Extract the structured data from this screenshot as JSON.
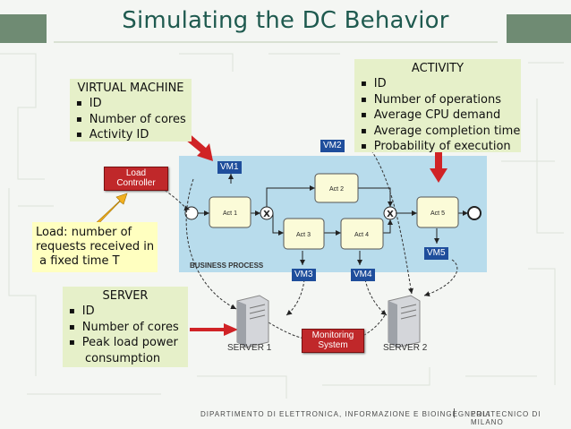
{
  "slide": {
    "title": "Simulating the DC Behavior",
    "footer_left": "DIPARTIMENTO DI ELETTRONICA, INFORMAZIONE E BIOINGEGNERIA",
    "footer_sep": "|",
    "footer_right": "POLITECNICO DI MILANO"
  },
  "vm_box": {
    "title": "VIRTUAL MACHINE",
    "items": [
      "ID",
      "Number of cores",
      "Activity ID"
    ]
  },
  "activity_box": {
    "title": "ACTIVITY",
    "items": [
      "ID",
      "Number of operations",
      "Average CPU demand",
      "Average completion time",
      "Probability of execution"
    ]
  },
  "server_box": {
    "title": "SERVER",
    "items": [
      "ID",
      "Number of cores",
      "Peak load power",
      "consumption"
    ]
  },
  "load_box": {
    "lines": [
      "Load: number of",
      "requests received in",
      " a fixed time T"
    ]
  },
  "diagram": {
    "process_label": "BUSINESS PROCESS",
    "activities": [
      "Act 1",
      "Act 2",
      "Act 3",
      "Act 4",
      "Act 5"
    ],
    "gateway_symbol": "X",
    "vms": [
      "VM1",
      "VM2",
      "VM3",
      "VM4",
      "VM5"
    ],
    "load_controller": [
      "Load",
      "Controller"
    ],
    "monitoring_system": [
      "Monitoring",
      "System"
    ],
    "servers": [
      "SERVER 1",
      "SERVER 2"
    ]
  }
}
